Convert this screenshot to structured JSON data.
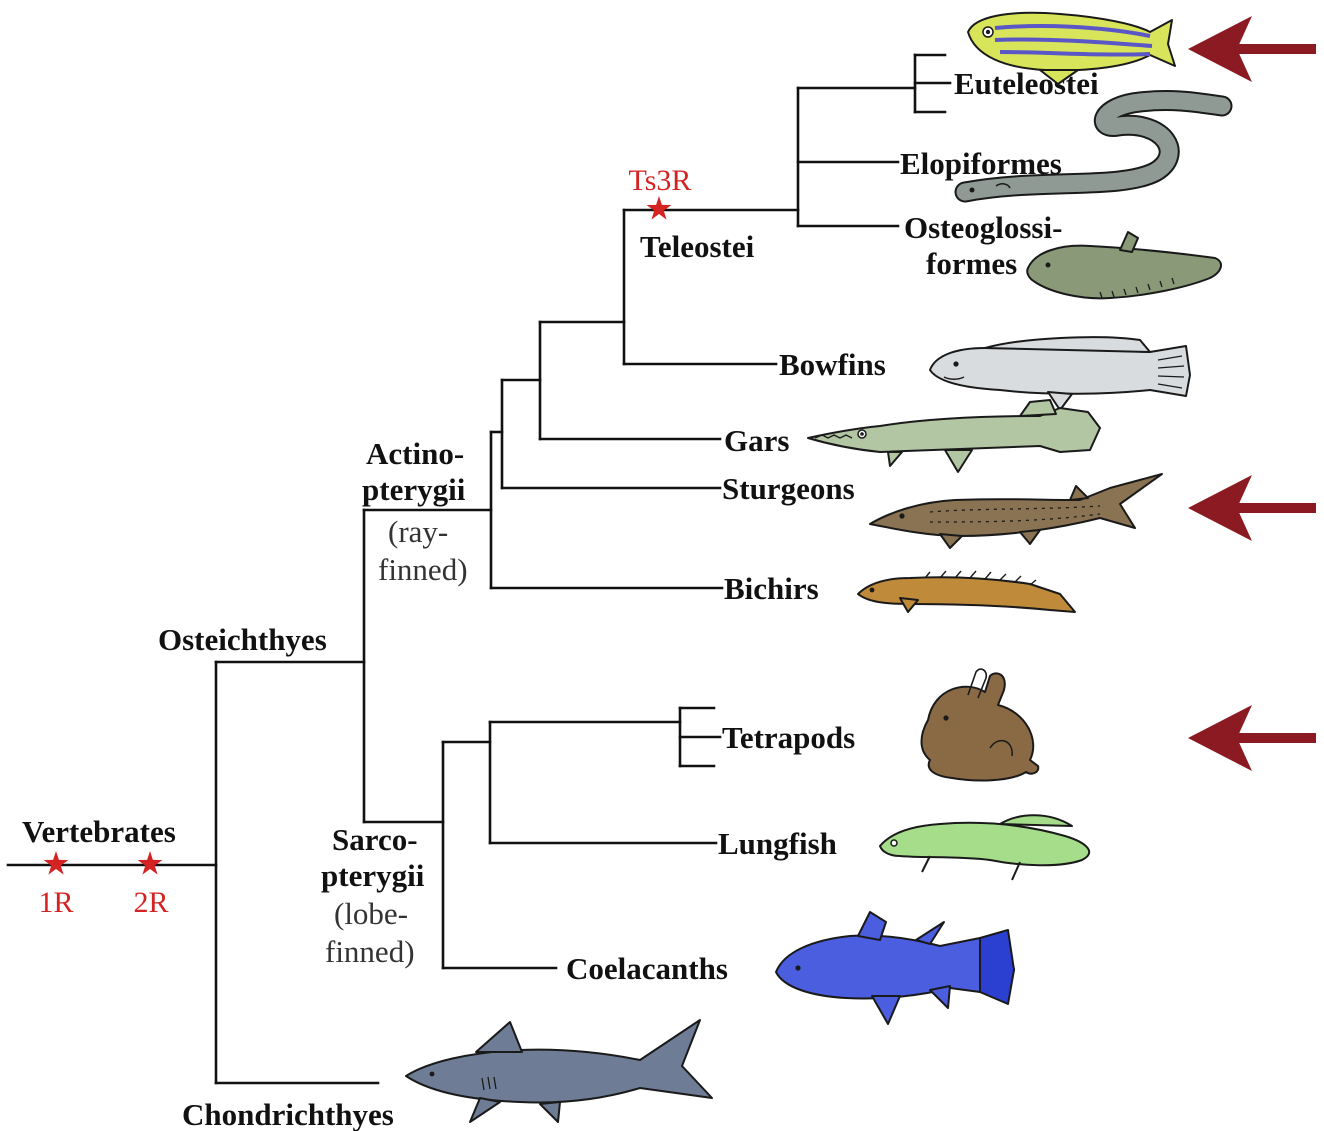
{
  "colors": {
    "line": "#111111",
    "event": "#d42323",
    "arrow": "#8b1a22"
  },
  "duplications": {
    "r1": "1R",
    "r2": "2R",
    "ts3r": "Ts3R"
  },
  "clades": {
    "vertebrates": "Vertebrates",
    "osteichthyes": "Osteichthyes",
    "chondrichthyes": "Chondrichthyes",
    "actino_1": "Actino-",
    "actino_2": "pterygii",
    "actino_3": "(ray-",
    "actino_4": "finned)",
    "sarco_1": "Sarco-",
    "sarco_2": "pterygii",
    "sarco_3": "(lobe-",
    "sarco_4": "finned)",
    "teleostei": "Teleostei"
  },
  "taxa": {
    "euteleostei": "Euteleostei",
    "elopiformes": "Elopiformes",
    "osteoglossi_1": "Osteoglossi-",
    "osteoglossi_2": "formes",
    "bowfins": "Bowfins",
    "gars": "Gars",
    "sturgeons": "Sturgeons",
    "bichirs": "Bichirs",
    "tetrapods": "Tetrapods",
    "lungfish": "Lungfish",
    "coelacanths": "Coelacanths"
  },
  "highlighted": [
    "Euteleostei",
    "Sturgeons",
    "Tetrapods"
  ],
  "illustrations": {
    "zebrafish": "zebrafish-icon",
    "eel": "eel-icon",
    "knifefish": "knifefish-icon",
    "bowfin": "bowfin-icon",
    "gar": "gar-icon",
    "sturgeon": "sturgeon-icon",
    "bichir": "bichir-icon",
    "rabbit": "rabbit-icon",
    "lungfish": "lungfish-icon",
    "coelacanth": "coelacanth-icon",
    "shark": "shark-icon"
  }
}
